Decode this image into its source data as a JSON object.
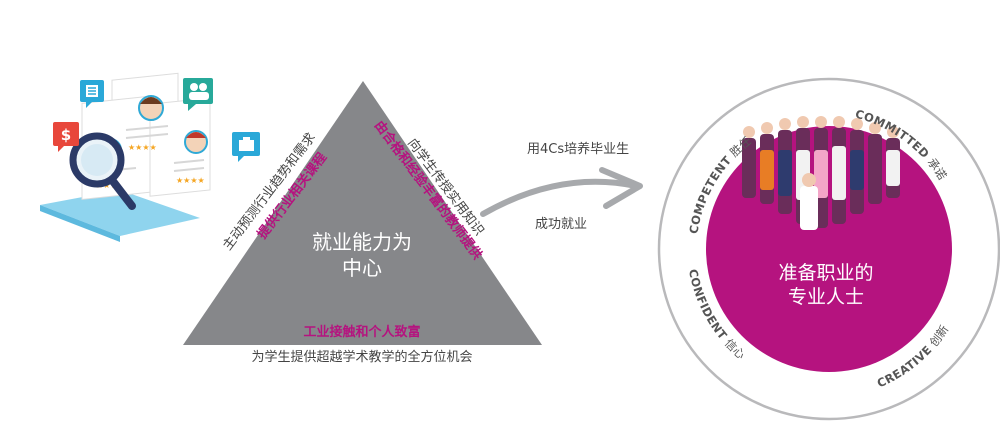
{
  "triangle": {
    "center_line1": "就业能力为",
    "center_line2": "中心",
    "left_outer": "主动预测行业趋势和需求",
    "left_inner": "提供行业相关课程",
    "right_outer": "向学生传授实用知识",
    "right_inner": "由合格和经验丰富的教师提供",
    "bottom_inner": "工业接触和个人致富",
    "bottom_outer": "为学生提供超越学术教学的全方位机会"
  },
  "arrow": {
    "top_label": "用4Cs培养毕业生",
    "bottom_label": "成功就业"
  },
  "circle": {
    "center_line1": "准备职业的",
    "center_line2": "专业人士",
    "badges": [
      {
        "en": "COMPETENT",
        "cn": "胜任"
      },
      {
        "en": "COMMITTED",
        "cn": "承诺"
      },
      {
        "en": "CONFIDENT",
        "cn": "信心"
      },
      {
        "en": "CREATIVE",
        "cn": "创新"
      }
    ]
  },
  "colors": {
    "magenta": "#b5137f",
    "triangle_grey": "#86878a",
    "arrow_grey": "#a7a9ac",
    "ring_grey": "#b9b9bb"
  },
  "icons": [
    "resume-cards-illustration",
    "magnifier-icon",
    "dollar-icon",
    "document-icon",
    "people-icon",
    "briefcase-icon",
    "professionals-group-icon"
  ]
}
